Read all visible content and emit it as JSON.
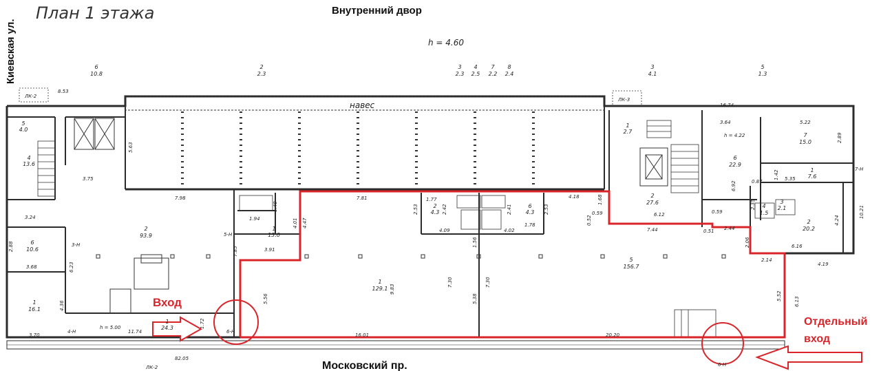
{
  "header": {
    "title": "План 1 этажа",
    "courtyard": "Внутренний двор",
    "street_left": "Киевская ул.",
    "street_bottom": "Московский пр.",
    "height_note": "h = 4.60"
  },
  "labels": {
    "canopy": "навес",
    "entrance": "Вход",
    "separate_entrance_line1": "Отдельный",
    "separate_entrance_line2": "вход"
  },
  "rooms": [
    {
      "num": "6",
      "area": "10.8"
    },
    {
      "num": "2",
      "area": "2.3"
    },
    {
      "num": "3",
      "area": "2.3"
    },
    {
      "num": "4",
      "area": "2.5"
    },
    {
      "num": "7",
      "area": "2.2"
    },
    {
      "num": "8",
      "area": "2.4"
    },
    {
      "num": "3",
      "area": "4.1"
    },
    {
      "num": "5",
      "area": "1.3"
    },
    {
      "num": "5",
      "area": "4.0"
    },
    {
      "num": "4",
      "area": "13.6"
    },
    {
      "num": "2",
      "area": "93.9"
    },
    {
      "num": "6",
      "area": "10.6"
    },
    {
      "num": "1",
      "area": "16.1"
    },
    {
      "num": "1",
      "area": "13.0"
    },
    {
      "num": "1",
      "area": "129.1"
    },
    {
      "num": "2",
      "area": "4.3"
    },
    {
      "num": "6",
      "area": "4.3"
    },
    {
      "num": "5",
      "area": "156.7"
    },
    {
      "num": "1",
      "area": "2.7"
    },
    {
      "num": "2",
      "area": "27.6"
    },
    {
      "num": "6",
      "area": "22.9"
    },
    {
      "num": "7",
      "area": "15.0"
    },
    {
      "num": "1",
      "area": "7.6"
    },
    {
      "num": "2",
      "area": "20.2"
    },
    {
      "num": "1",
      "area": "24.3"
    },
    {
      "num": "4",
      "area": "1.5"
    },
    {
      "num": "3",
      "area": "2.1"
    }
  ],
  "dimensions": [
    "8.53",
    "16.74",
    "5.63",
    "3.75",
    "7.98",
    "7.81",
    "4.18",
    "1.68",
    "3.64",
    "5.22",
    "2.89",
    "h = 4.22",
    "1.42",
    "6.92",
    "0.87",
    "5.35",
    "10.21",
    "3.24",
    "2.88",
    "3.68",
    "6.23",
    "4.36",
    "3.70",
    "11.74",
    "h = 5.00",
    "1.40",
    "1.94",
    "4.01",
    "4.47",
    "3.91",
    "7.85",
    "5.56",
    "9.83",
    "7.30",
    "7.30",
    "5.38",
    "1.56",
    "2.53",
    "1.77",
    "2.42",
    "4.09",
    "4.02",
    "1.78",
    "2.53",
    "2.41",
    "0.52",
    "0.59",
    "6.12",
    "7.44",
    "0.51",
    "2.44",
    "2.06",
    "2.35",
    "0.59",
    "6.16",
    "2.14",
    "4.19",
    "5.52",
    "6.13",
    "4.24",
    "16.01",
    "20.20",
    "82.05",
    "1.72"
  ],
  "codes": [
    "ЛК-2",
    "ЛК-3",
    "ЛК-2",
    "3-Н",
    "4-Н",
    "5-Н",
    "6-Н",
    "6-Н",
    "7-Н"
  ],
  "colors": {
    "highlight": "#d9252a",
    "line": "#1a1a1a",
    "wall": "#2b2b2b"
  }
}
